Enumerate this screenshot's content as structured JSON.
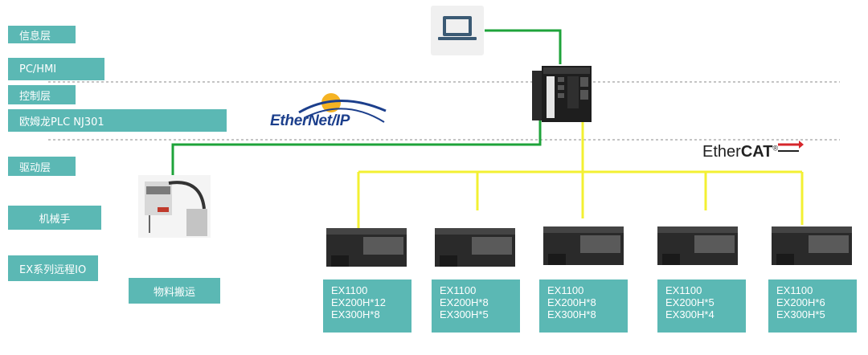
{
  "layers": {
    "info": "信息层",
    "pc_hmi": "PC/HMI",
    "control": "控制层",
    "plc": "欧姆龙PLC  NJ301",
    "drive": "驱动层",
    "robot": "机械手",
    "remote_io": "EX系列远程IO",
    "handling": "物料搬运"
  },
  "networks": {
    "ethernet_ip": "EtherNet/IP",
    "ethercat_prefix": "Ether",
    "ethercat_suffix": "CAT",
    "ethercat_mark": "®"
  },
  "io_groups": [
    {
      "line1": "EX1100",
      "line2": "EX200H*12",
      "line3": "EX300H*8"
    },
    {
      "line1": "EX1100",
      "line2": "EX200H*8",
      "line3": "EX300H*5"
    },
    {
      "line1": "EX1100",
      "line2": "EX200H*8",
      "line3": "EX300H*8"
    },
    {
      "line1": "EX1100",
      "line2": "EX200H*5",
      "line3": "EX300H*4"
    },
    {
      "line1": "EX1100",
      "line2": "EX200H*6",
      "line3": "EX300H*5"
    }
  ],
  "icons": {
    "pc": "laptop-icon",
    "plc": "plc-controller-icon",
    "robot": "scara-robot-icon",
    "io": "io-module-icon"
  },
  "colors": {
    "label_bg": "#5bb8b4",
    "ethernet_line": "#1ea33a",
    "ethercat_line": "#f3f032",
    "ethernet_ip_blue": "#1c3f8c",
    "ethercat_red": "#d6262b"
  }
}
